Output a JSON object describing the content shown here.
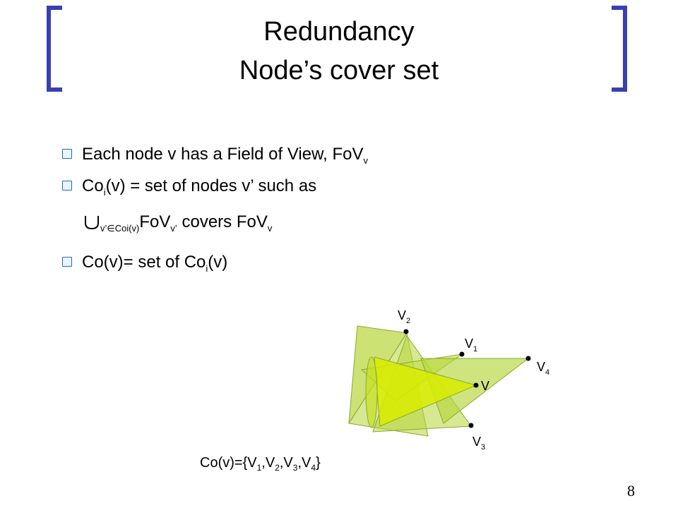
{
  "title": {
    "line1": "Redundancy",
    "line2": "Node’s cover set"
  },
  "bullets": {
    "b1": {
      "text": "Each node v has a Field of View, FoV",
      "sub": "v"
    },
    "b2": {
      "pre": "Co",
      "sub": "i",
      "post": "(v) = set of nodes v’ such as"
    },
    "b2_cont": {
      "sub1": "v’∈Coi(v)",
      "fov": "FoV",
      "sub2": "v’",
      "post": " covers FoV",
      "sub3": "v"
    },
    "b3": {
      "pre": "Co(v)= set of Co",
      "sub": "i",
      "post": "(v)"
    }
  },
  "figure": {
    "labels": {
      "v2": {
        "base": "V",
        "sub": "2"
      },
      "v1": {
        "base": "V",
        "sub": "1"
      },
      "v4": {
        "base": "V",
        "sub": "4"
      },
      "v": {
        "base": "V"
      },
      "v3": {
        "base": "V",
        "sub": "3"
      }
    },
    "colors": {
      "fov_fill": "#b6d63a",
      "fov_main": "#d8ec00",
      "fov_stroke": "#8aa830"
    }
  },
  "caption": {
    "pre": "Co(v)={V",
    "s1": "1",
    "c1": ",V",
    "s2": "2",
    "c2": ",V",
    "s3": "3",
    "c3": ",V",
    "s4": "4",
    "post": "}"
  },
  "page_number": "8",
  "theme": {
    "bracket_color": "#3a3fb0",
    "bullet_color": "#1f6fbf"
  }
}
